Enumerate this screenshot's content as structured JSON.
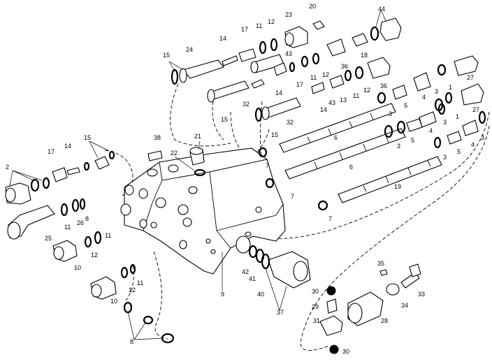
{
  "diagram": {
    "callouts": {
      "c1": "1",
      "c2": "2",
      "c3": "3",
      "c4": "4",
      "c5": "5",
      "c6": "6",
      "c7": "7",
      "c8": "8",
      "c9": "9",
      "c10": "10",
      "c11": "11",
      "c12": "12",
      "c13": "13",
      "c14": "14",
      "c15": "15",
      "c17": "17",
      "c18": "18",
      "c19": "19",
      "c20": "20",
      "c21": "21",
      "c22": "22",
      "c23": "23",
      "c24": "24",
      "c25": "25",
      "c26": "26",
      "c27": "27",
      "c28": "28",
      "c29": "29",
      "c30": "30",
      "c31": "31",
      "c32": "32",
      "c33": "33",
      "c34": "34",
      "c35": "35",
      "c36": "36",
      "c37": "37",
      "c38": "38",
      "c40": "40",
      "c41": "41",
      "c42": "42",
      "c43": "43",
      "c44": "44"
    }
  }
}
